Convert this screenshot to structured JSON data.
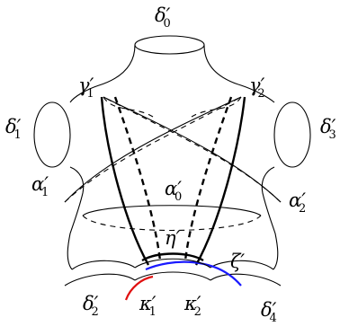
{
  "labels": {
    "delta0": {
      "base": "δ",
      "sub": "0"
    },
    "delta1": {
      "base": "δ",
      "sub": "1"
    },
    "delta2": {
      "base": "δ",
      "sub": "2"
    },
    "delta3": {
      "base": "δ",
      "sub": "3"
    },
    "delta4": {
      "base": "δ",
      "sub": "4"
    },
    "gamma1": {
      "base": "γ",
      "sub": "1"
    },
    "gamma2": {
      "base": "γ",
      "sub": "2"
    },
    "alpha0": {
      "base": "α",
      "sub": "0"
    },
    "alpha1": {
      "base": "α",
      "sub": "1"
    },
    "alpha2": {
      "base": "α",
      "sub": "2"
    },
    "eta": {
      "base": "η",
      "sub": ""
    },
    "zeta": {
      "base": "ζ",
      "sub": ""
    },
    "kappa1": {
      "base": "κ",
      "sub": "1"
    },
    "kappa2": {
      "base": "κ",
      "sub": "2"
    },
    "prime": "′"
  },
  "colors": {
    "zeta": "#1a1aff",
    "kappa1": "#e01010",
    "stroke": "#000000"
  }
}
